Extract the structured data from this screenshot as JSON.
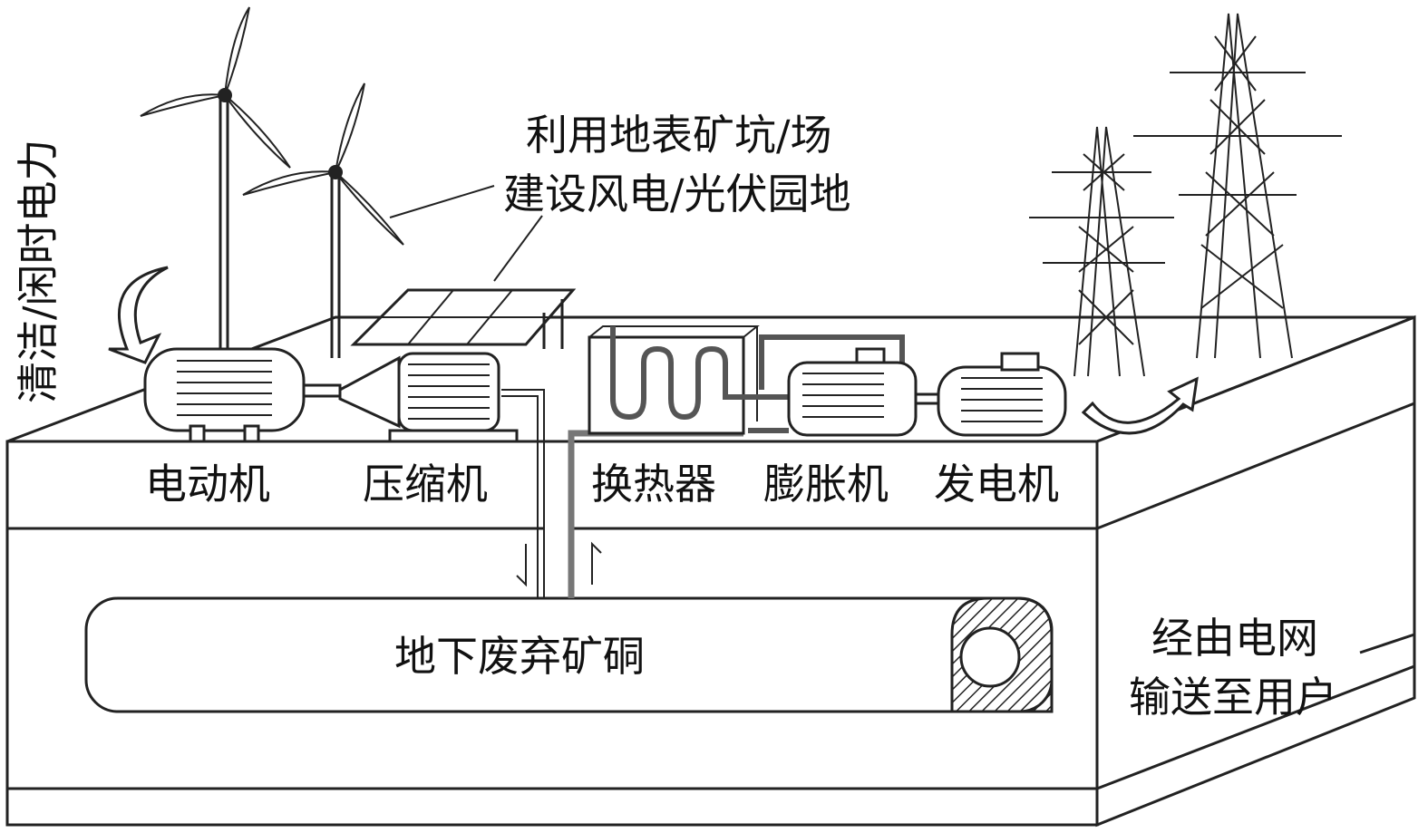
{
  "labels": {
    "clean_power": "清洁/闲时电力",
    "surface_line1": "利用地表矿坑/场",
    "surface_line2": "建设风电/光伏园地",
    "motor": "电动机",
    "compressor": "压缩机",
    "heat_exchanger": "换热器",
    "expander": "膨胀机",
    "generator": "发电机",
    "tunnel": "地下废弃矿硐",
    "grid_line1": "经由电网",
    "grid_line2": "输送至用户"
  }
}
